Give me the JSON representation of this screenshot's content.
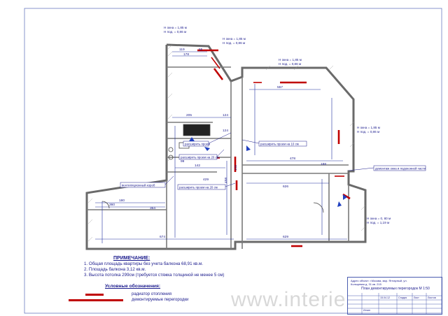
{
  "drawing": {
    "windows": [
      {
        "w": "H окна = 1,85 м",
        "s": "H под. = 0,86 м"
      },
      {
        "w": "H окна = 1,85 м",
        "s": "H под. = 0,86 м"
      },
      {
        "w": "H окна = 1,85 м",
        "s": "H под. = 0,86 м"
      },
      {
        "w": "H окна = 1,85 м",
        "s": "H под. = 0,86 м"
      },
      {
        "w": "H окна = 0, 80 м",
        "s": "H под. = 1,19 м"
      }
    ],
    "dimensions": [
      "119",
      "178",
      "55",
      "205",
      "124",
      "557",
      "478",
      "188",
      "142",
      "99",
      "124",
      "626",
      "180",
      "360",
      "364",
      "674",
      "429",
      "629",
      "458",
      "142"
    ],
    "callouts": [
      {
        "text": "расширить проем"
      },
      {
        "text": "расширить проем на 10 см"
      },
      {
        "text": "расширить проем на 20 см"
      },
      {
        "text": "расширить проем на 20 см"
      },
      {
        "text": "вентиляционный короб"
      },
      {
        "text": "демонтаж окна и подоконной части"
      }
    ]
  },
  "notes": {
    "heading": "ПРИМЕЧАНИЕ:",
    "items": [
      "1. Общая площадь квартиры без учета балкона 68,91 кв.м.",
      "2. Площадь балкона 3,12 кв.м.",
      "3. Высота потолка 299см (требуется стяжка толщиной не менее 5 см)"
    ]
  },
  "legend": {
    "title": "Условные обозначения:",
    "items": [
      {
        "label": "радиатор отопления",
        "color": "#c00000"
      },
      {
        "label": "демонтируемые перегородки",
        "color": "#c00000"
      }
    ]
  },
  "stamp": {
    "address": "Адрес объект: г.Москва, мкр. Янтарный, ул. Кольцевая д. 31 кв. 215",
    "title": "План демонтируемых перегородок  М 1:50",
    "date": "15.04.12",
    "col_stage": "Стадия",
    "col_sheet": "Лист",
    "col_sheets": "Листов",
    "author": "Иглин"
  },
  "watermark": "www.interie"
}
